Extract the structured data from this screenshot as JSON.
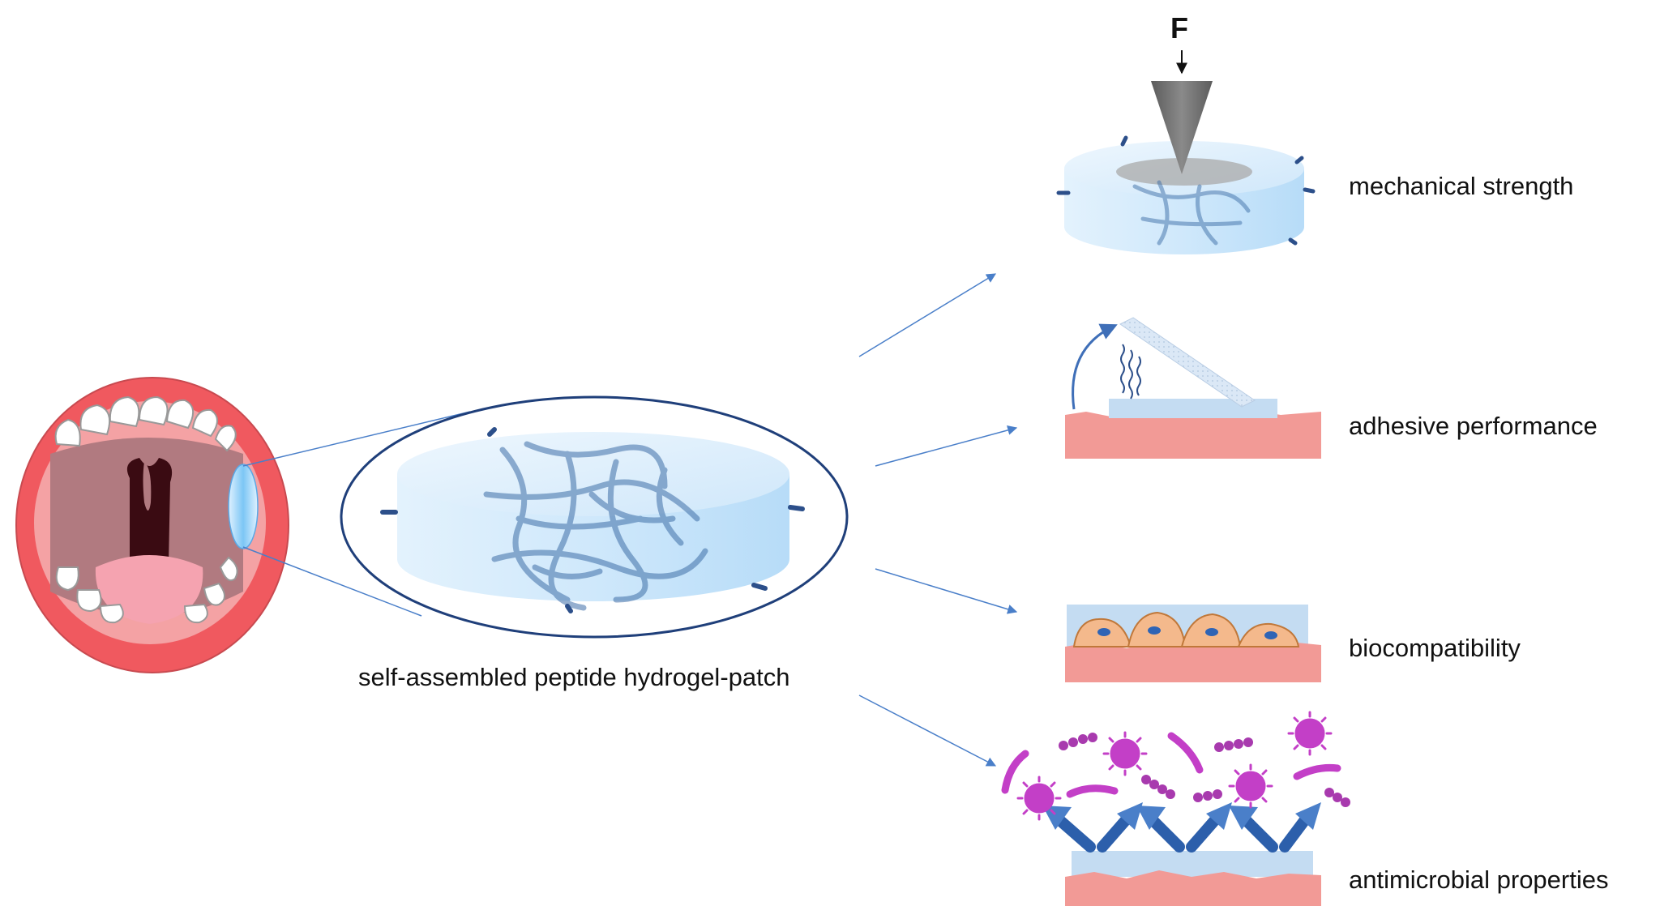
{
  "center_label": "self-assembled peptide hydrogel-patch",
  "force_label": "F",
  "properties": [
    {
      "label": "mechanical strength"
    },
    {
      "label": "adhesive performance"
    },
    {
      "label": "biocompatibility"
    },
    {
      "label": "antimicrobial properties"
    }
  ],
  "colors": {
    "hydrogel": "#c9e6fa",
    "fiber": "#3f6fa8",
    "tissue": "#f29a96",
    "lips": "#f0595f",
    "microbe": "#c33fc7",
    "arrow": "#4a7fc9",
    "outline": "#1f3f7a"
  }
}
